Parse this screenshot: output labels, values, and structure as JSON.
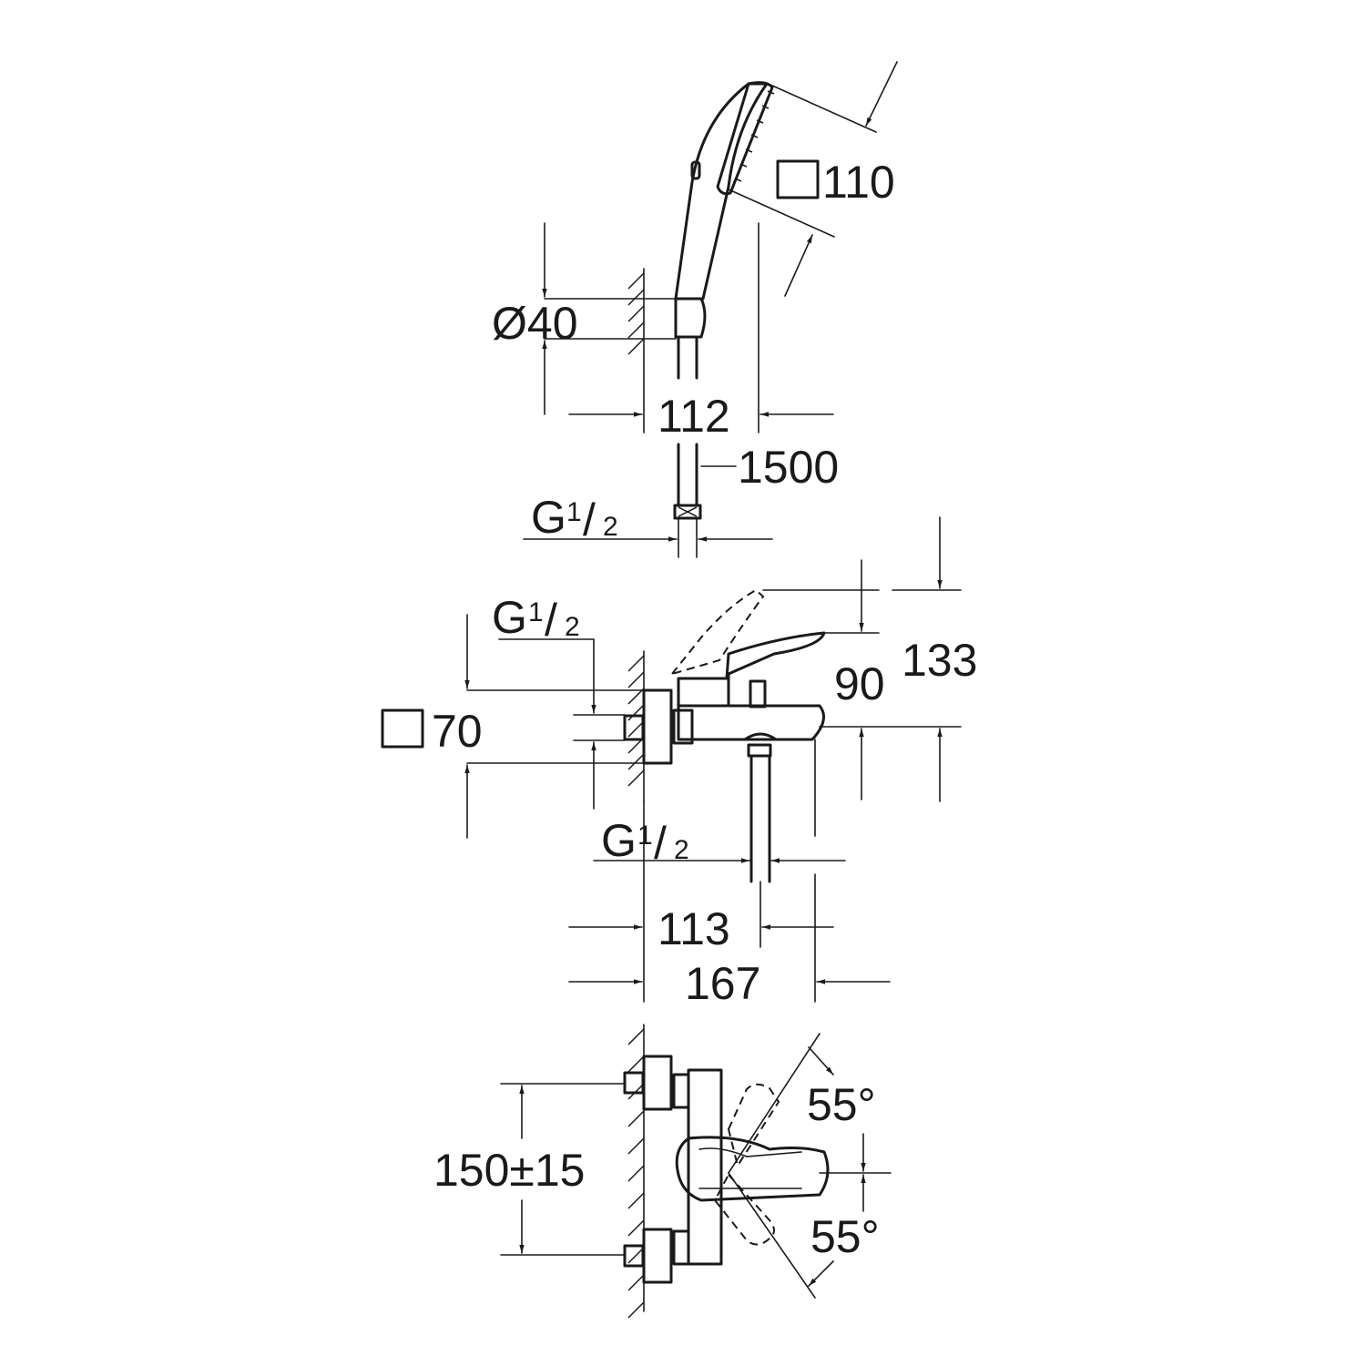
{
  "dimensions": {
    "hand_shower_head": "110",
    "holder_diameter": "Ø40",
    "holder_projection": "112",
    "hose_length": "1500",
    "hose_thread": {
      "letter": "G",
      "num": "1",
      "den": "2"
    },
    "inlet_thread": {
      "letter": "G",
      "num": "1",
      "den": "2"
    },
    "escutcheon": "70",
    "lever_height": "90",
    "overall_height": "133",
    "outlet_thread": {
      "letter": "G",
      "num": "1",
      "den": "2"
    },
    "outlet_projection": "113",
    "spout_projection": "167",
    "centres": "150±15",
    "angle_upper": "55°",
    "angle_lower": "55°"
  }
}
